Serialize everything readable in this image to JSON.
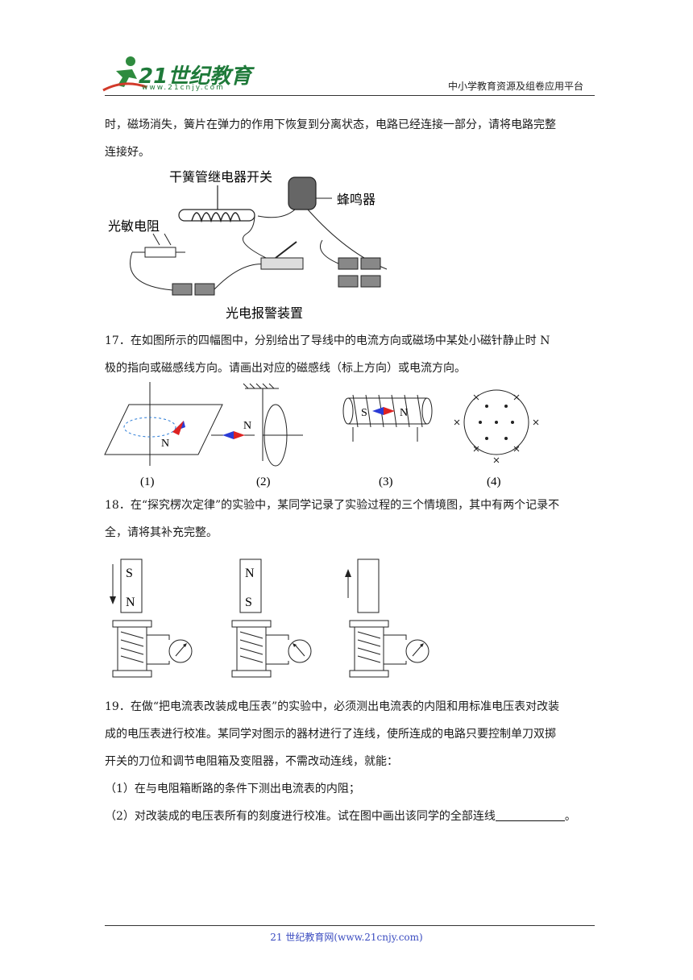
{
  "header": {
    "logo_text": "21世纪教育",
    "logo_url": "www.21cnjy.com",
    "platform": "中小学教育资源及组卷应用平台"
  },
  "q16": {
    "line1": "时，磁场消失，簧片在弹力的作用下恢复到分离状态，电路已经连接一部分，请将电路完整",
    "line2": "连接好。",
    "fig": {
      "reed_label": "干簧管继电器开关",
      "buzzer_label": "蜂鸣器",
      "photo_label": "光敏电阻",
      "caption": "光电报警装置"
    }
  },
  "q17": {
    "line1": "17．在如图所示的四幅图中，分别给出了导线中的电流方向或磁场中某处小磁针静止时 N",
    "line2": "极的指向或磁感线方向。请画出对应的磁感线（标上方向）或电流方向。",
    "labels": [
      "(1)",
      "(2)",
      "(3)",
      "(4)"
    ],
    "pole_n": "N",
    "pole_s": "S"
  },
  "q18": {
    "line1": "18．在“探究楞次定律”的实验中，某同学记录了实验过程的三个情境图，其中有两个记录不",
    "line2": "全，请将其补充完整。",
    "magnet1_top": "S",
    "magnet1_bottom": "N",
    "magnet2_top": "N",
    "magnet2_bottom": "S"
  },
  "q19": {
    "line1": "19．在做“把电流表改装成电压表”的实验中，必须测出电流表的内阻和用标准电压表对改装",
    "line2": "成的电压表进行校准。某同学对图示的器材进行了连线，使所连成的电路只要控制单刀双掷",
    "line3": "开关的刀位和调节电阻箱及变阻器，不需改动连线，就能：",
    "item1": "（1）在与电阻箱断路的条件下测出电流表的内阻；",
    "item2": "（2）对改装成的电压表所有的刻度进行校准。试在图中画出该同学的全部连线",
    "item2_end": "。"
  },
  "footer": {
    "text": "21 世纪教育网(www.21cnjy.com)"
  }
}
